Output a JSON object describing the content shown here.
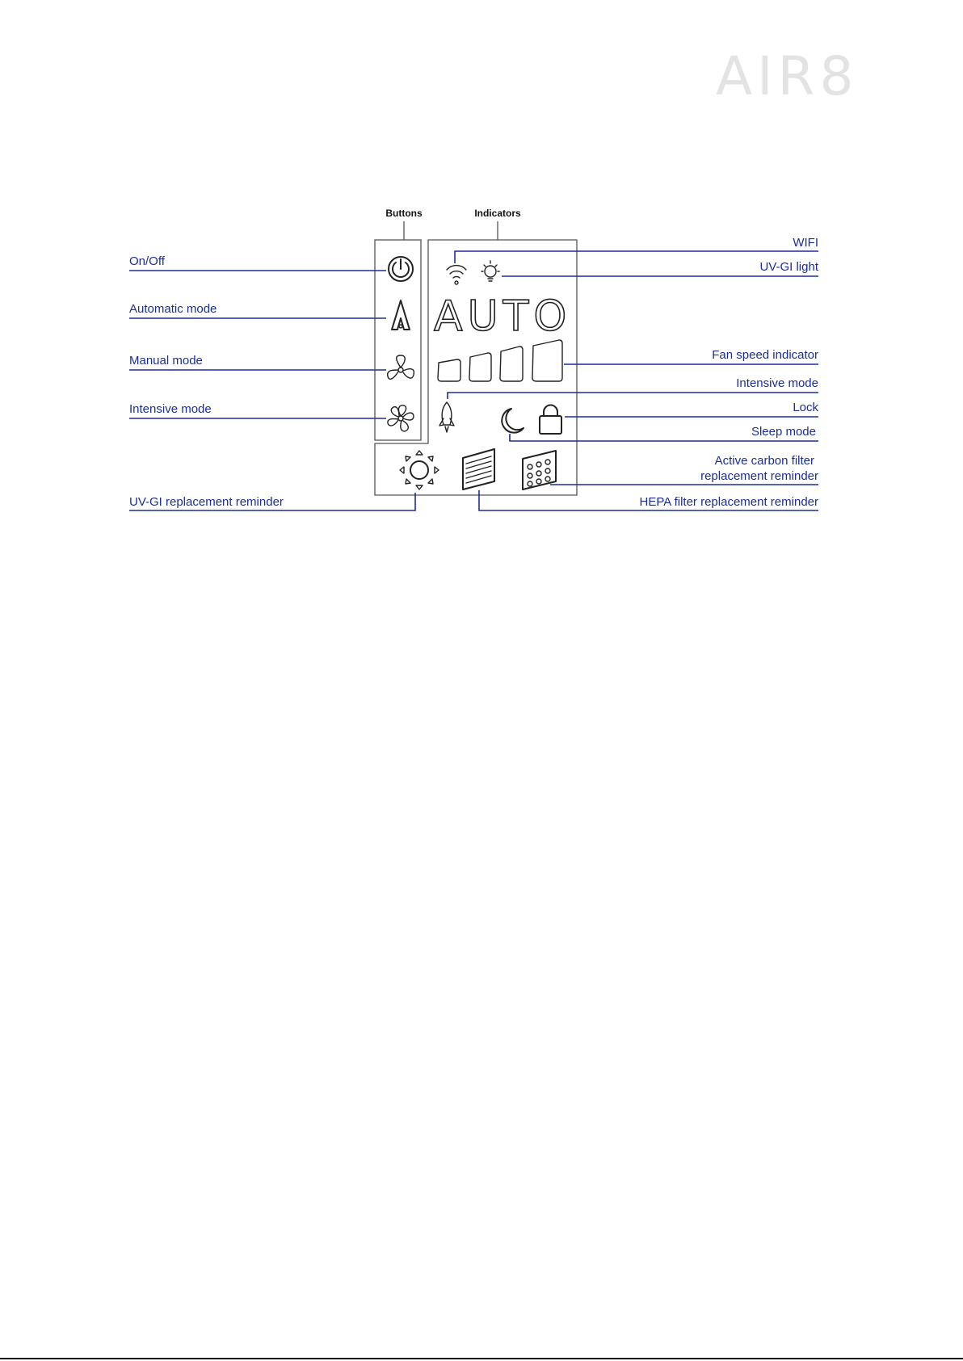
{
  "logo": "AIR8",
  "headings": {
    "buttons": "Buttons",
    "indicators": "Indicators"
  },
  "display": {
    "auto": "AUTO"
  },
  "left_labels": {
    "on_off": "On/Off",
    "automatic": "Automatic mode",
    "manual": "Manual mode",
    "intensive": "Intensive mode",
    "uvgi_reminder": "UV-GI replacement reminder"
  },
  "right_labels": {
    "wifi": "WIFI",
    "uvgi_light": "UV-GI light",
    "fan_speed": "Fan speed indicator",
    "intensive": "Intensive mode",
    "lock": "Lock",
    "sleep": "Sleep mode",
    "carbon_line1": "Active carbon filter",
    "carbon_line2": "replacement reminder",
    "hepa": "HEPA filter replacement reminder"
  },
  "colors": {
    "label": "#1b2d9e",
    "logo": "#e3e3e3"
  },
  "icons": [
    "power-icon",
    "auto-mode-icon",
    "fan-icon",
    "intensive-fan-icon",
    "wifi-icon",
    "bulb-icon",
    "rocket-icon",
    "moon-icon",
    "lock-icon",
    "uv-lamp-icon",
    "hepa-filter-icon",
    "carbon-filter-icon"
  ]
}
